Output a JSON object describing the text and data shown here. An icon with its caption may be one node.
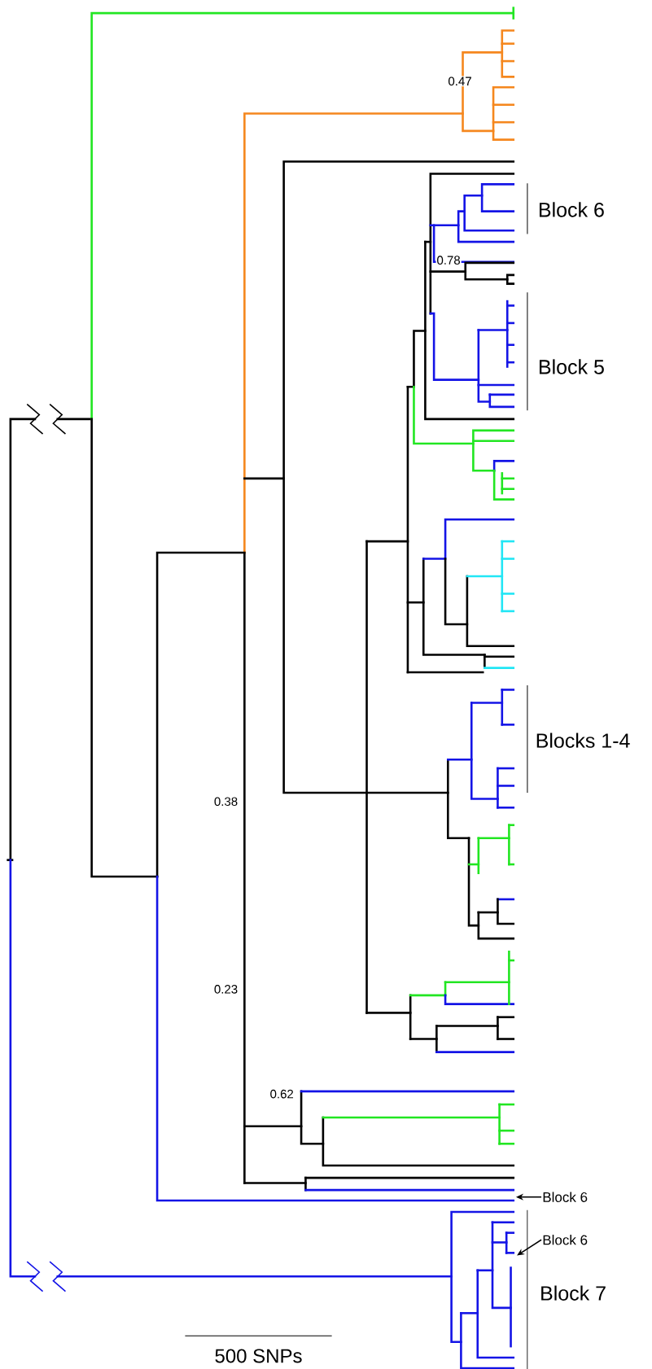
{
  "diagram": {
    "nodes": [
      {
        "text": [
          "Block 6"
        ]
      },
      {
        "text": [
          "Block 6"
        ]
      }
    ],
    "edges": [
      {
        "from": 0,
        "to": null,
        "arrow": "to"
      },
      {
        "from": 1,
        "to": null,
        "arrow": "to"
      }
    ],
    "labels": [
      "0.47",
      "Block 6",
      "0.78",
      "Block 5",
      "Blocks 1-4",
      "0.38",
      "0.23",
      "0.62",
      "Block 7",
      "500 SNPs"
    ]
  }
}
